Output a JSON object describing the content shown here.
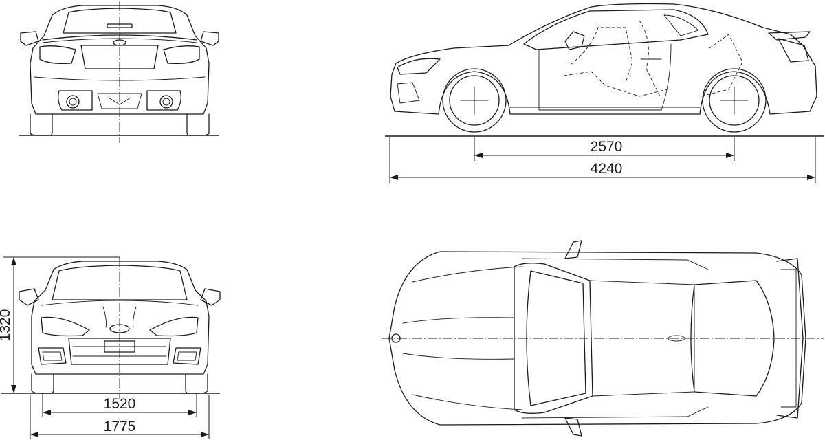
{
  "dimensions": {
    "wheelbase": "2570",
    "overall_length": "4240",
    "height": "1320",
    "track": "1520",
    "overall_width": "1775"
  }
}
